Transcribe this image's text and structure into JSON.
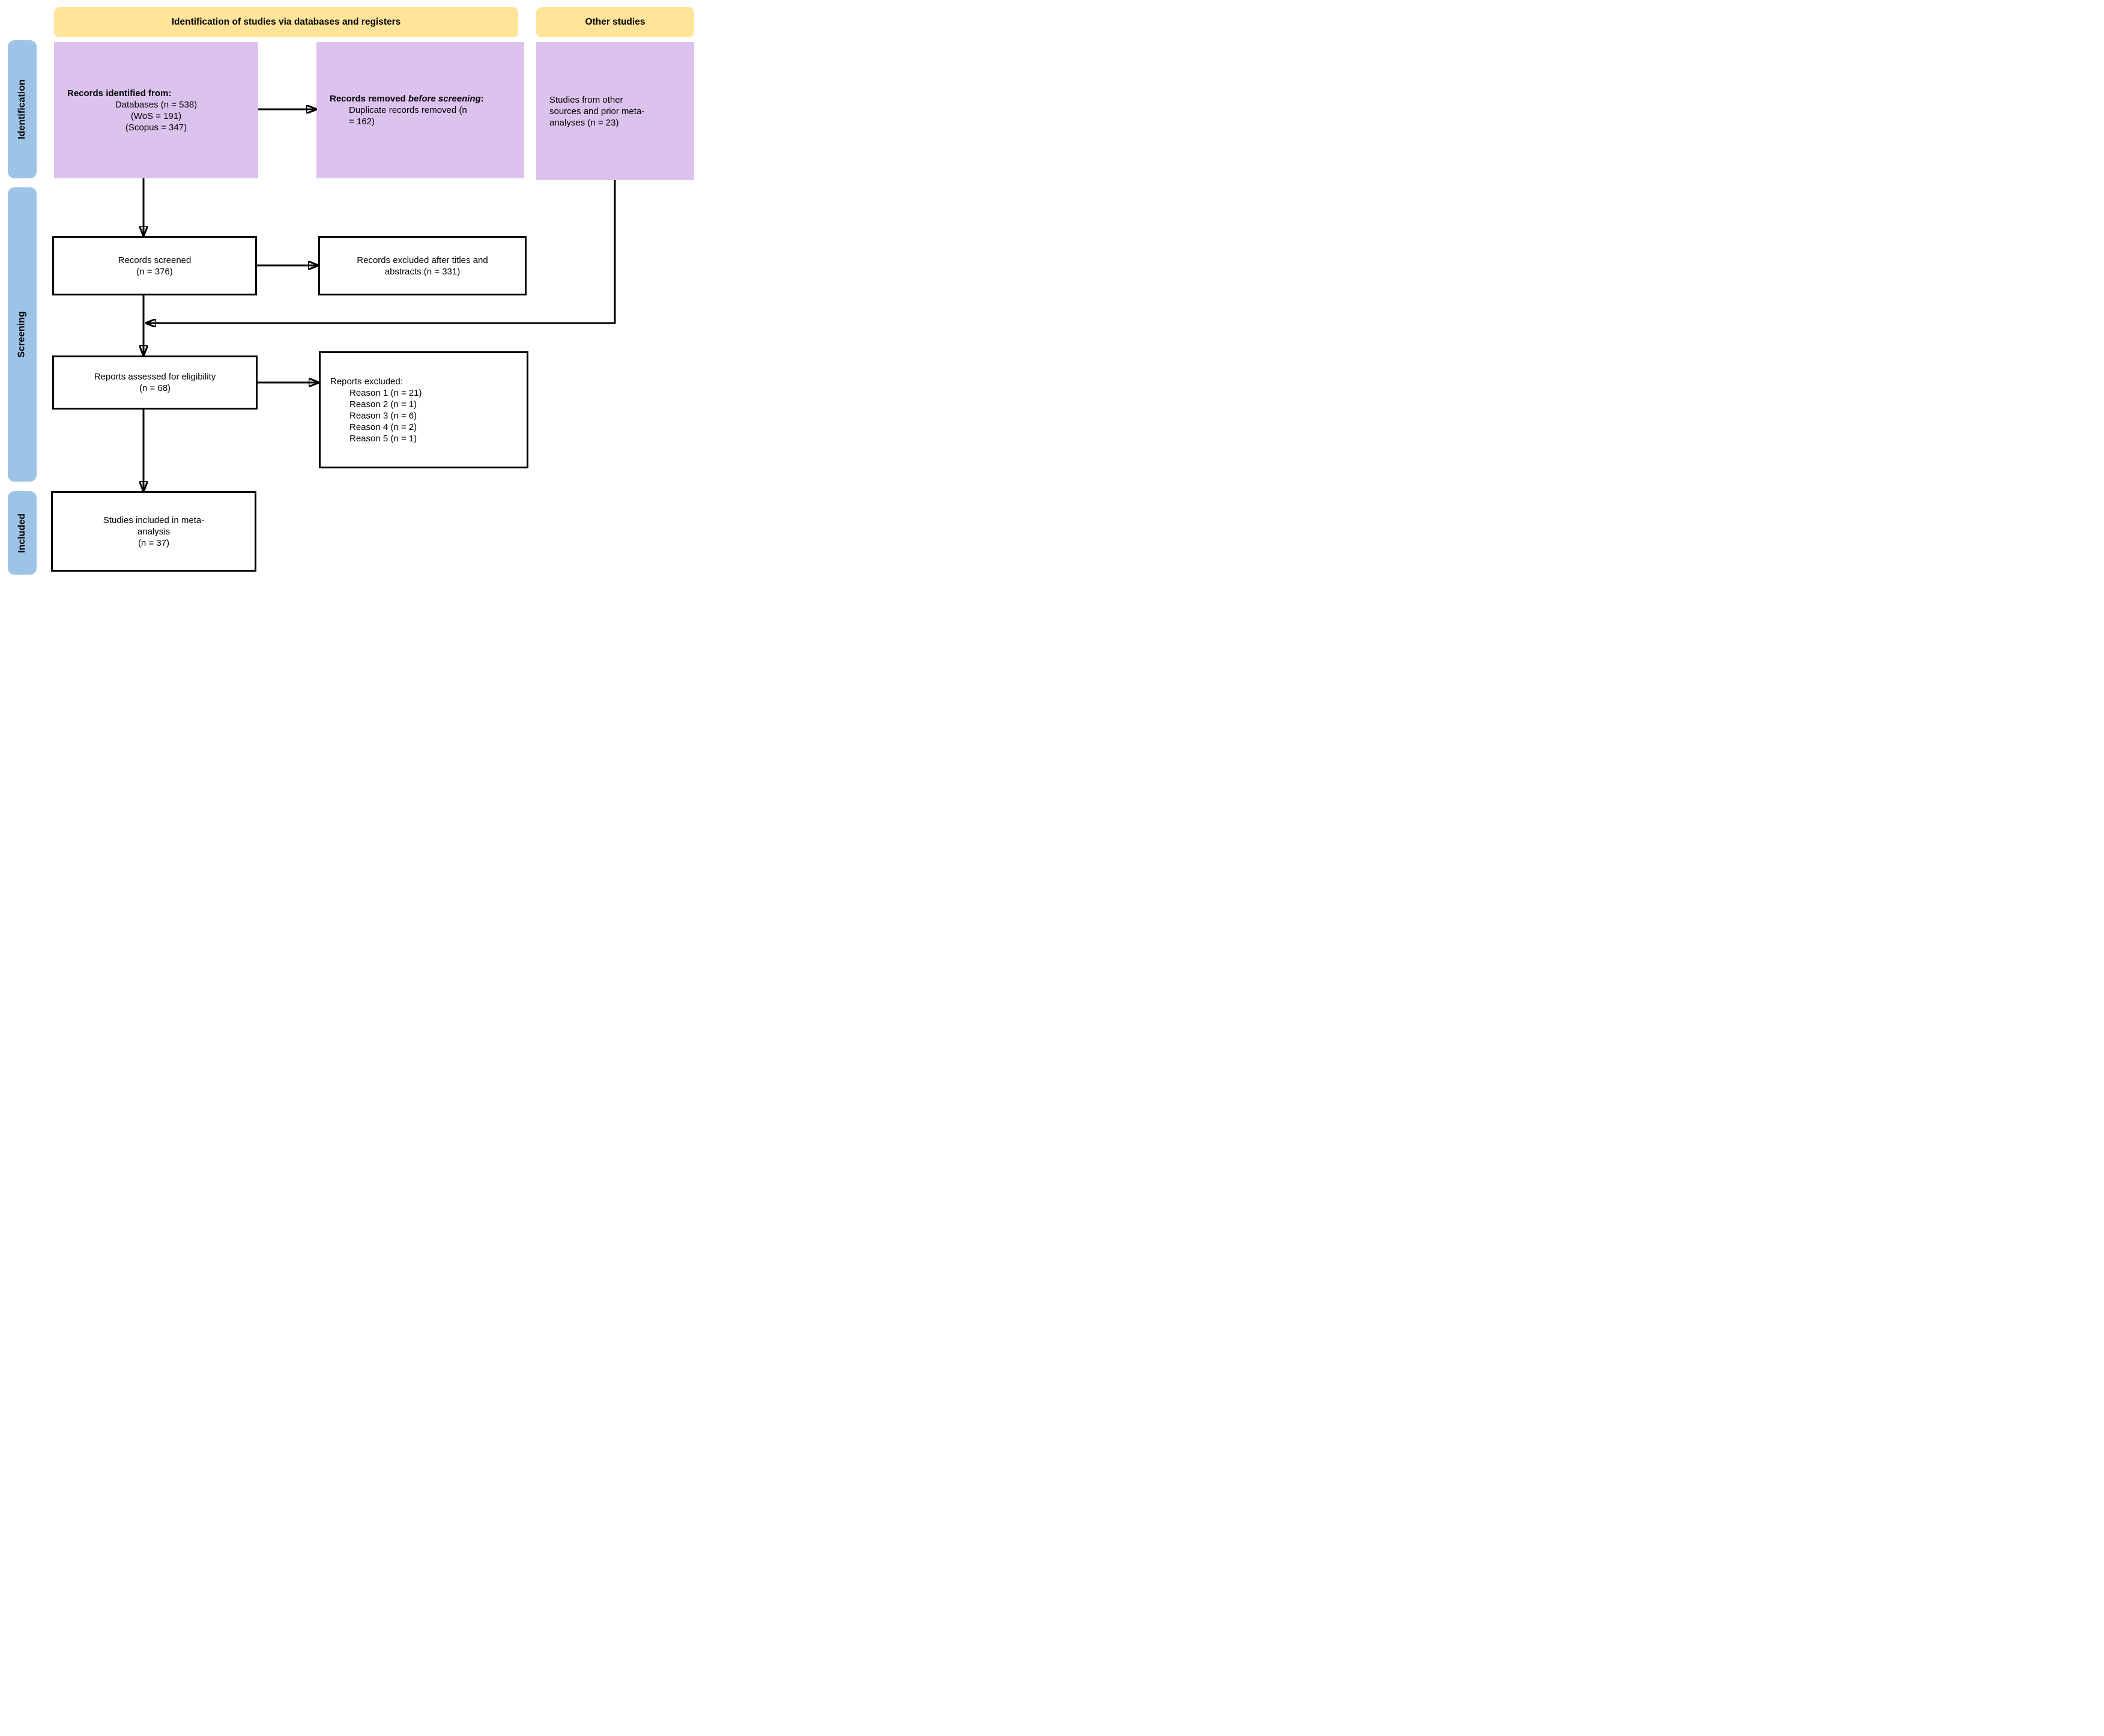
{
  "colors": {
    "header_bg": "#ffe49a",
    "stage_bg": "#9dc3e6",
    "record_bg": "#dcc3ee",
    "arrow": "#000000"
  },
  "headers": {
    "databases": "Identification of studies via databases and registers",
    "other": "Other studies"
  },
  "stages": {
    "identification": "Identification",
    "screening": "Screening",
    "included": "Included"
  },
  "boxes": {
    "records_identified": {
      "title": "Records identified from:",
      "lines": [
        "Databases (n = 538)",
        "(WoS = 191)",
        "(Scopus = 347)"
      ]
    },
    "records_removed": {
      "title_prefix": "Records removed ",
      "title_emphasis": "before screening",
      "title_suffix": ":",
      "detail_lines": [
        "Duplicate records removed (n",
        "= 162)"
      ]
    },
    "other_sources": {
      "lines": [
        "Studies from other",
        "sources and prior meta-",
        "analyses (n = 23)"
      ]
    },
    "records_screened": {
      "lines": [
        "Records screened",
        "(n = 376)"
      ]
    },
    "records_excluded": {
      "lines": [
        "Records excluded after titles and",
        "abstracts (n = 331)"
      ]
    },
    "reports_assessed": {
      "lines": [
        "Reports assessed for eligibility",
        "(n = 68)"
      ]
    },
    "reports_excluded": {
      "title": "Reports excluded:",
      "reasons": [
        "Reason 1 (n = 21)",
        "Reason 2 (n = 1)",
        "Reason 3 (n = 6)",
        "Reason 4 (n = 2)",
        "Reason 5 (n = 1)"
      ]
    },
    "studies_included": {
      "lines": [
        "Studies included in meta-",
        "analysis",
        "(n = 37)"
      ]
    }
  }
}
